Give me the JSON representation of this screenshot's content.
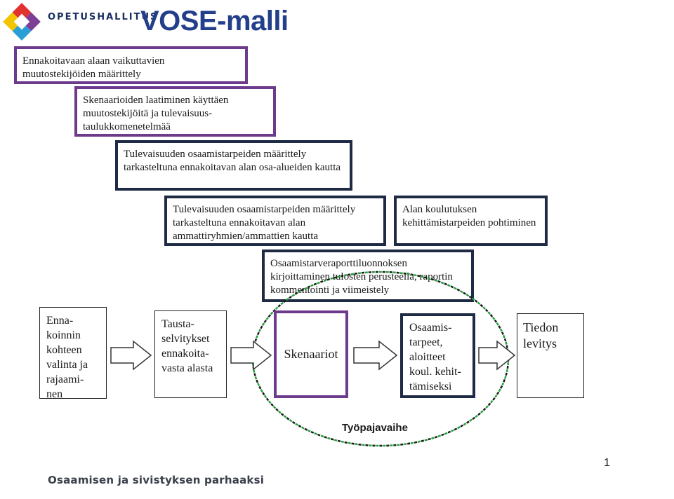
{
  "header": {
    "brand": "OPETUSHALLITUS",
    "title": "VOSE-malli"
  },
  "steps": [
    "Ennakoitavaan alaan vaikuttavien muutostekijöiden määrittely",
    "Skenaarioiden laatiminen käyttäen muutostekijöitä ja tulevaisuus-taulukkomenetelmää",
    "Tulevaisuuden osaamistarpeiden määrittely tarkasteltuna ennakoitavan alan osa-alueiden kautta",
    "Tulevaisuuden osaamistarpeiden määrittely tarkasteltuna ennakoitavan alan ammattiryhmien/ammattien kautta",
    "Alan koulutuksen kehittämistarpeiden pohtiminen",
    "Osaamistarveraporttiluonnoksen kirjoittaminen tulosten perusteella, raportin kommentointi ja viimeistely"
  ],
  "flow": [
    "Enna-koinnin kohteen valinta ja rajaami-nen",
    "Tausta-selvitykset ennakoita-vasta alasta",
    "Skenaariot",
    "Osaamis-tarpeet, aloitteet koul. kehit-tämiseksi",
    "Tiedon levitys"
  ],
  "workshop_label": "Työpajavaihe",
  "footer": {
    "slogan": "Osaamisen ja sivistyksen parhaaksi",
    "page_number": "1"
  },
  "colors": {
    "title": "#233f8b",
    "purple_border": "#6d3a8c",
    "navy_border": "#1f2a44",
    "ellipse_dash": "#22a13a"
  }
}
